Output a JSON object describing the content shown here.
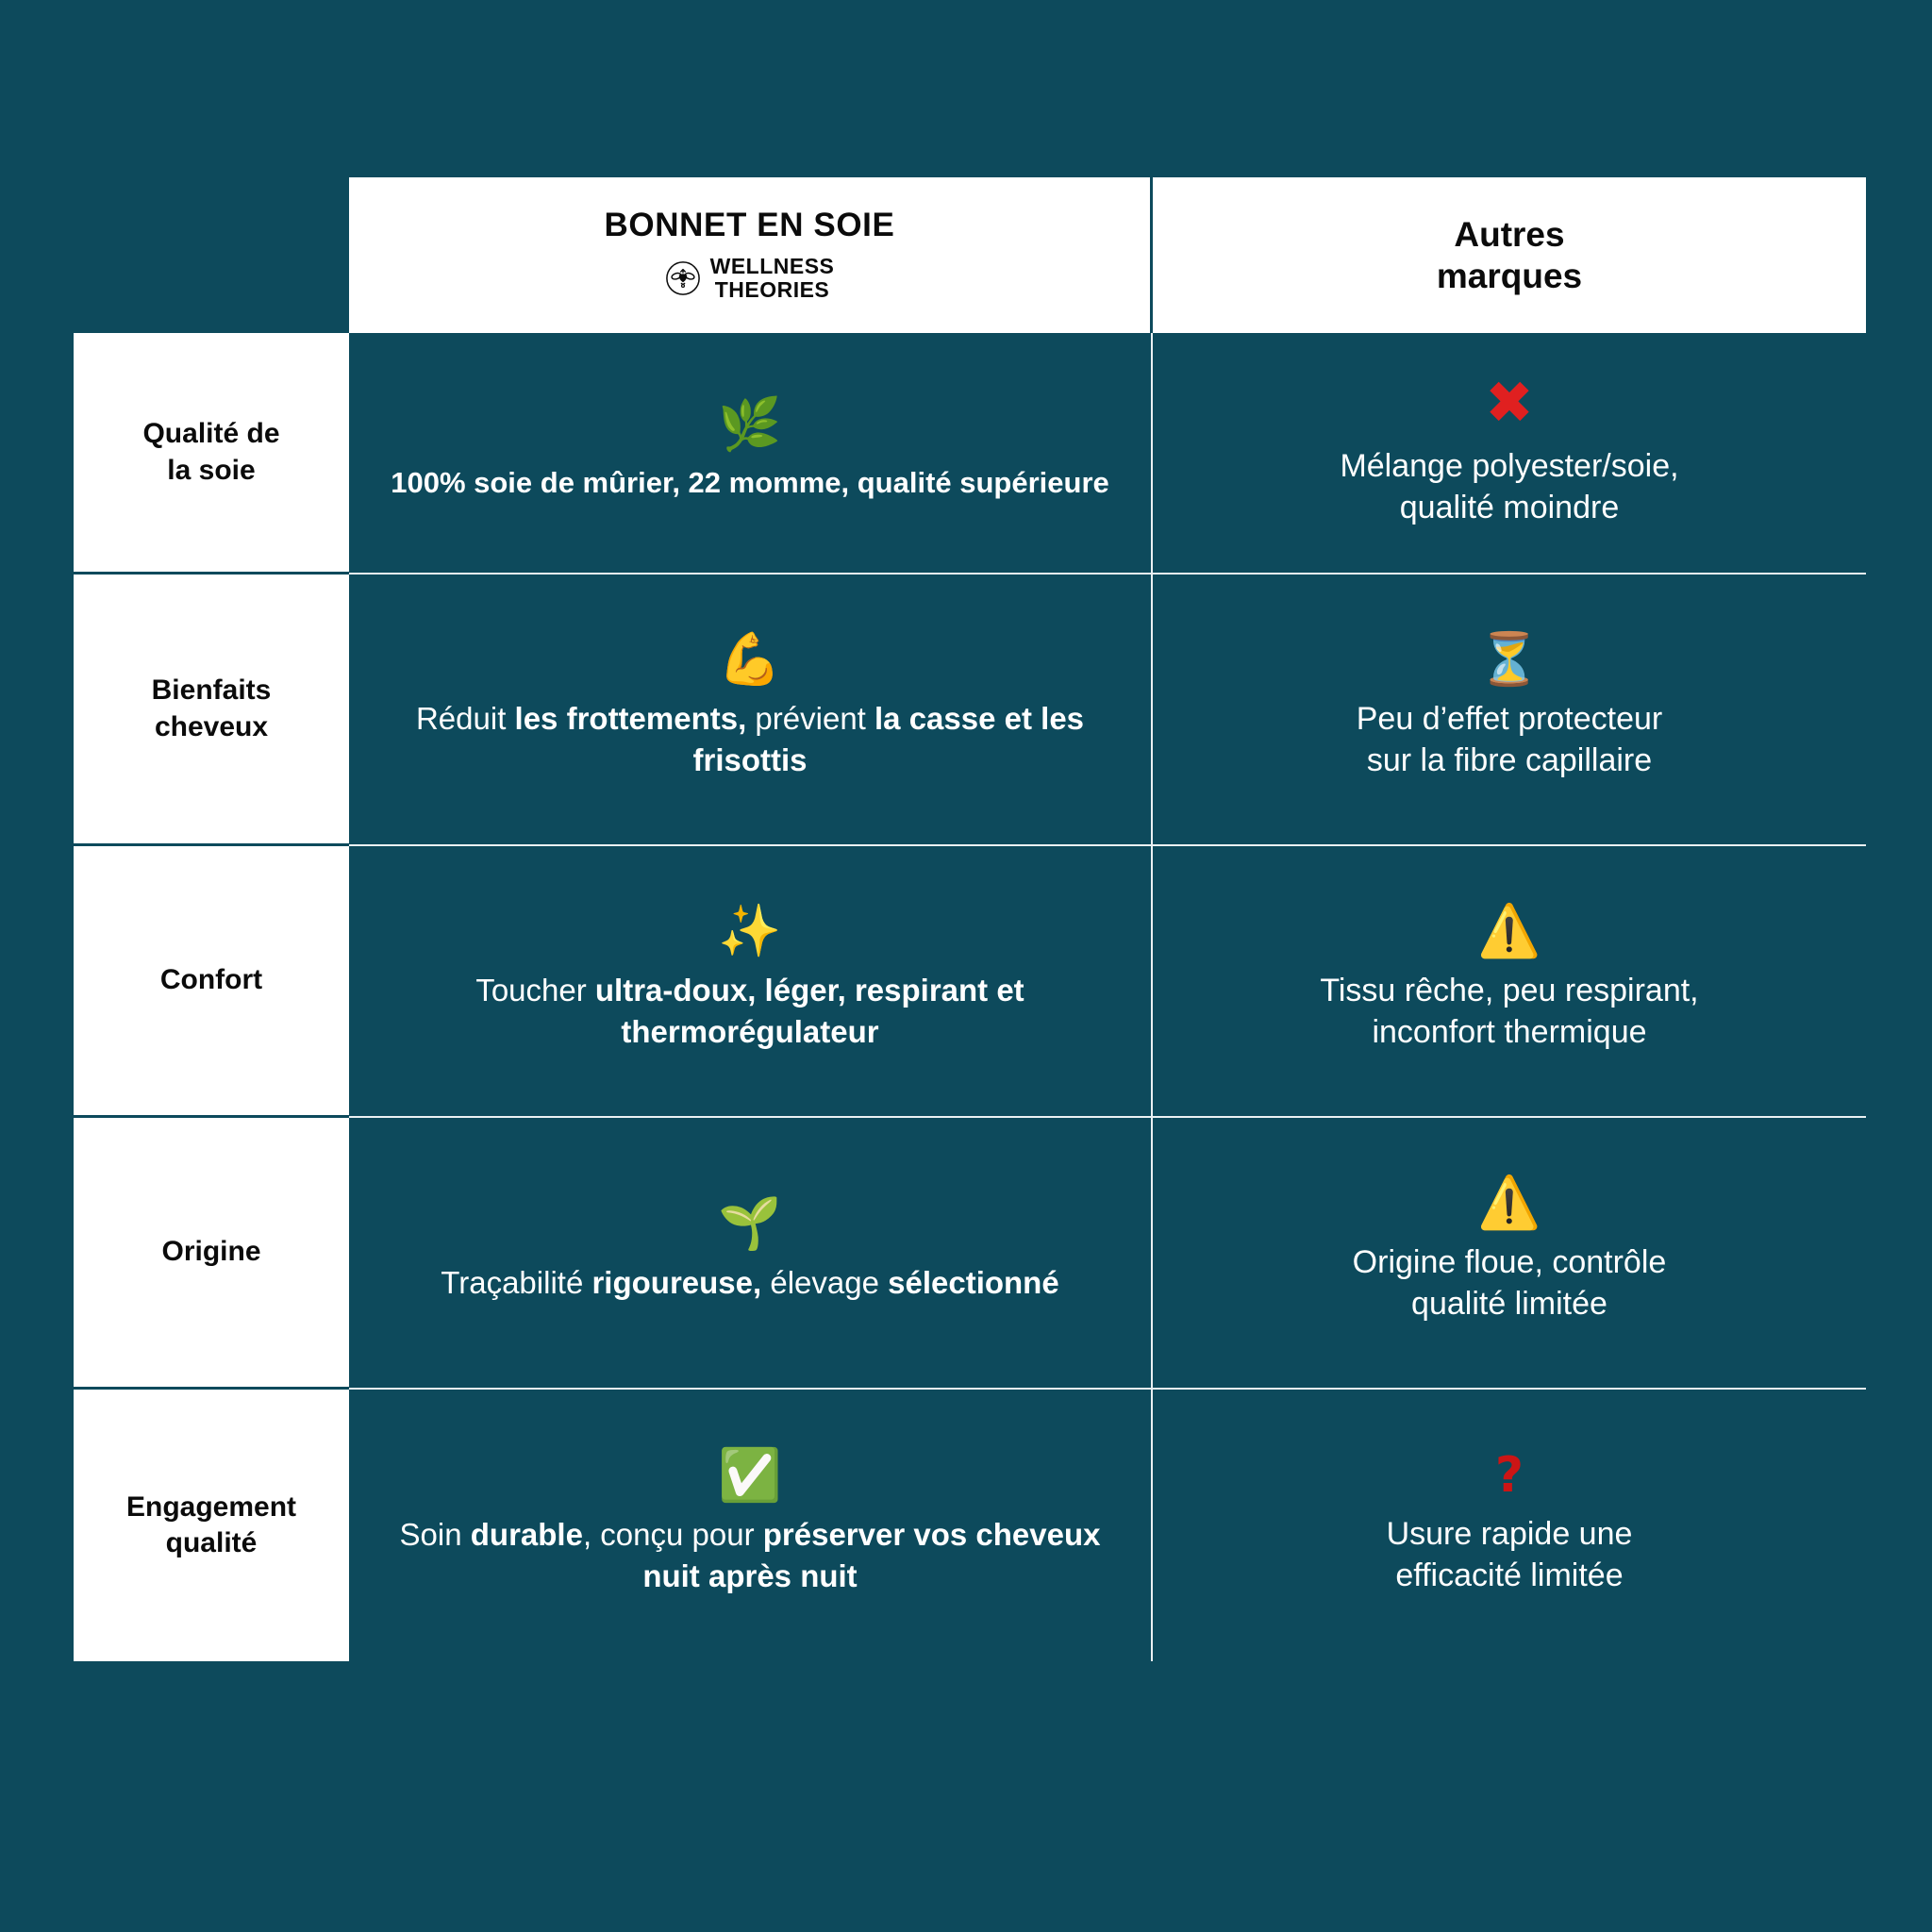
{
  "theme": {
    "background": "#0d4a5c",
    "panel_dark": "#0d4a5c",
    "panel_light": "#ffffff",
    "text_light": "#ffffff",
    "text_dark": "#0b0b0b",
    "negative": "#e02020",
    "grid_line": "#eaf1f3"
  },
  "header": {
    "brand_title": "BONNET EN SOIE",
    "brand_logo_line1": "WELLNESS",
    "brand_logo_line2": "THEORIES",
    "brand_logo_icon": "bee-logo-icon",
    "other_line1": "Autres",
    "other_line2": "marques"
  },
  "rows": [
    {
      "label": "Qualité de\nla soie",
      "label_line1": "Qualité de",
      "label_line2": "la soie",
      "brand": {
        "icon": "🌿",
        "icon_name": "herb-icon",
        "segments": [
          {
            "text": "100% soie de mûrier, 22 momme, qualité supérieure",
            "bold": true
          }
        ],
        "plain": "100% soie de mûrier, 22 momme, qualité supérieure"
      },
      "other": {
        "icon": "✖",
        "icon_name": "cross-mark-icon",
        "icon_style": "redx",
        "line1": "Mélange polyester/soie,",
        "line2": "qualité moindre"
      }
    },
    {
      "label_line1": "Bienfaits",
      "label_line2": "cheveux",
      "brand": {
        "icon": "💪",
        "icon_name": "flexed-biceps-icon",
        "segments": [
          {
            "text": "Réduit ",
            "bold": false
          },
          {
            "text": "les frottements,",
            "bold": true
          },
          {
            "text": " prévient ",
            "bold": false
          },
          {
            "text": "la casse et les frisottis",
            "bold": true
          }
        ],
        "plain": "Réduit les frottements, prévient la casse et les frisottis"
      },
      "other": {
        "icon": "⏳",
        "icon_name": "hourglass-icon",
        "icon_style": "",
        "line1": "Peu d’effet protecteur",
        "line2": "sur la fibre capillaire"
      }
    },
    {
      "label_line1": "Confort",
      "label_line2": "",
      "brand": {
        "icon": "✨",
        "icon_name": "sparkles-icon",
        "segments": [
          {
            "text": "Toucher ",
            "bold": false
          },
          {
            "text": "ultra-doux, léger, respirant et thermorégulateur",
            "bold": true
          }
        ],
        "plain": "Toucher ultra-doux, léger, respirant et thermorégulateur"
      },
      "other": {
        "icon": "⚠️",
        "icon_name": "warning-icon",
        "icon_style": "",
        "line1": "Tissu rêche, peu respirant,",
        "line2": "inconfort thermique"
      }
    },
    {
      "label_line1": "Origine",
      "label_line2": "",
      "brand": {
        "icon": "🌱",
        "icon_name": "seedling-icon",
        "segments": [
          {
            "text": "Traçabilité ",
            "bold": false
          },
          {
            "text": "rigoureuse,",
            "bold": true
          },
          {
            "text": " élevage ",
            "bold": false
          },
          {
            "text": "sélectionné",
            "bold": true
          }
        ],
        "plain": "Traçabilité rigoureuse, élevage sélectionné"
      },
      "other": {
        "icon": "⚠️",
        "icon_name": "warning-icon",
        "icon_style": "",
        "line1": "Origine floue, contrôle",
        "line2": "qualité limitée"
      }
    },
    {
      "label_line1": "Engagement",
      "label_line2": "qualité",
      "brand": {
        "icon": "✅",
        "icon_name": "check-mark-icon",
        "segments": [
          {
            "text": "Soin ",
            "bold": false
          },
          {
            "text": "durable",
            "bold": true
          },
          {
            "text": ", conçu pour ",
            "bold": false
          },
          {
            "text": "préserver vos cheveux nuit après nuit",
            "bold": true
          }
        ],
        "plain": "Soin durable, conçu pour préserver vos cheveux nuit après nuit"
      },
      "other": {
        "icon": "?",
        "icon_name": "question-mark-icon",
        "icon_style": "redq",
        "line1": "Usure rapide une",
        "line2": "efficacité limitée"
      }
    }
  ]
}
